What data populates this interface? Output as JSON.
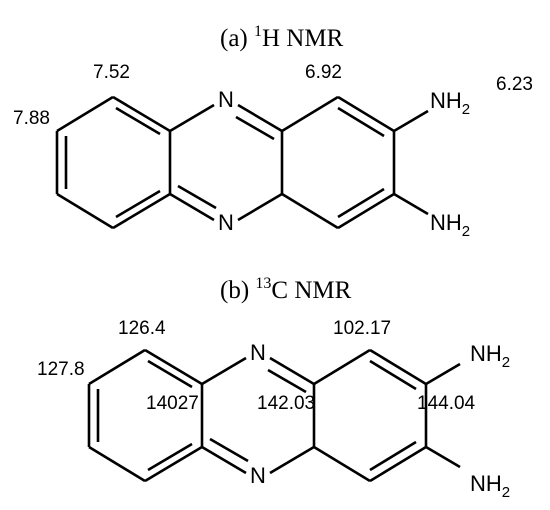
{
  "panel_a": {
    "title_prefix": "(a) ",
    "title_sup": "1",
    "title_suffix": "H NMR",
    "shifts": {
      "left_ring_top": "7.52",
      "left_ring_outer": "7.88",
      "right_ring_ch": "6.92",
      "amine": "6.23"
    },
    "atoms": {
      "ring_n_top": "N",
      "ring_n_bottom": "N",
      "amine_top_main": "NH",
      "amine_top_sub": "2",
      "amine_bottom_main": "NH",
      "amine_bottom_sub": "2"
    }
  },
  "panel_b": {
    "title_prefix": "(b) ",
    "title_sup": "13",
    "title_suffix": "C NMR",
    "shifts": {
      "left_ring_top": "126.4",
      "left_ring_outer": "127.8",
      "right_ring_ch": "102.17",
      "left_fusion": "14027",
      "right_fusion": "142.03",
      "amine_carbon": "144.04"
    },
    "atoms": {
      "ring_n_top": "N",
      "ring_n_bottom": "N",
      "amine_top_main": "NH",
      "amine_top_sub": "2",
      "amine_bottom_main": "NH",
      "amine_bottom_sub": "2"
    }
  }
}
